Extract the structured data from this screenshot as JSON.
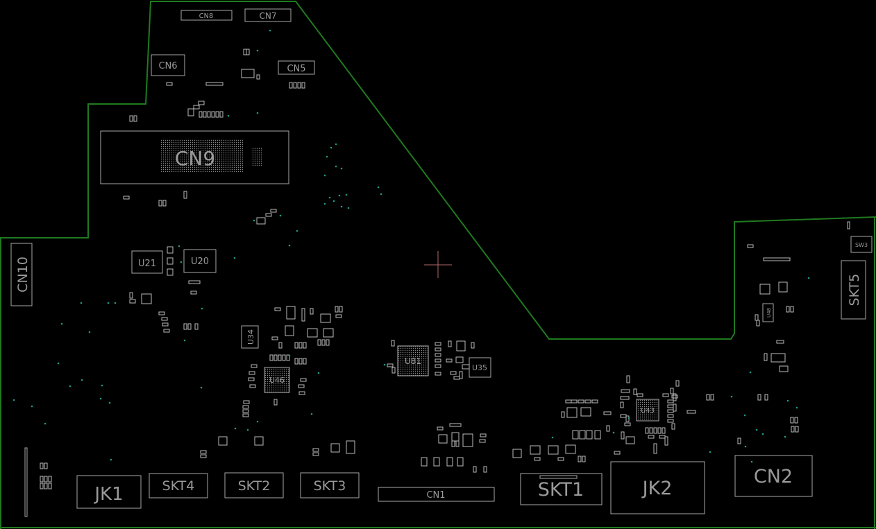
{
  "board": {
    "outline_color": "#1f7a1f",
    "background": "#000000",
    "silk_color": "#a8a8a8",
    "via_color": "#1f9a8a",
    "cursor_color": "#b06a6a"
  },
  "labels": {
    "cn8": "CN8",
    "cn7": "CN7",
    "cn6": "CN6",
    "cn5": "CN5",
    "cn9": "CN9",
    "cn10": "CN10",
    "u21": "U21",
    "u20": "U20",
    "u34": "U34",
    "u46": "U46",
    "u81": "U81",
    "u35": "U35",
    "u43": "U43",
    "u48": "U48",
    "jk1": "JK1",
    "skt4": "SKT4",
    "skt2": "SKT2",
    "skt3": "SKT3",
    "cn1": "CN1",
    "skt1": "SKT1",
    "jk2": "JK2",
    "cn2": "CN2",
    "skt5": "SKT5",
    "sw3": "SW3"
  }
}
